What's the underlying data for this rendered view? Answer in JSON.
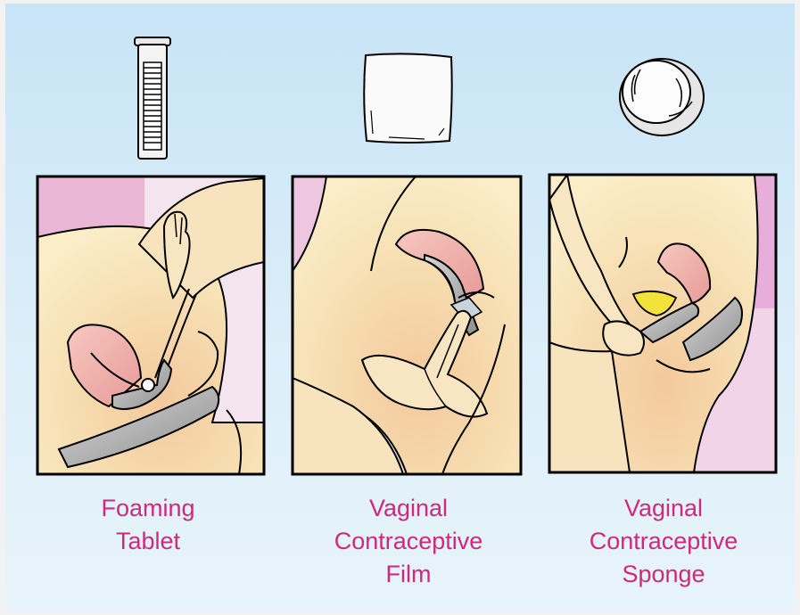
{
  "figure": {
    "colors": {
      "caption": "#d0287a",
      "skin": "#f6dfb2",
      "pink": "#f0b8b4",
      "gray": "#9a9a9a",
      "outline": "#000000",
      "sky": "#c8e4f6"
    },
    "panels": [
      {
        "device_icon": "foaming-tablet-tube-icon",
        "caption_lines": [
          "Foaming",
          "Tablet"
        ]
      },
      {
        "device_icon": "contraceptive-film-sheet-icon",
        "caption_lines": [
          "Vaginal",
          "Contraceptive",
          "Film"
        ]
      },
      {
        "device_icon": "contraceptive-sponge-icon",
        "caption_lines": [
          "Vaginal",
          "Contraceptive",
          "Sponge"
        ]
      }
    ]
  }
}
